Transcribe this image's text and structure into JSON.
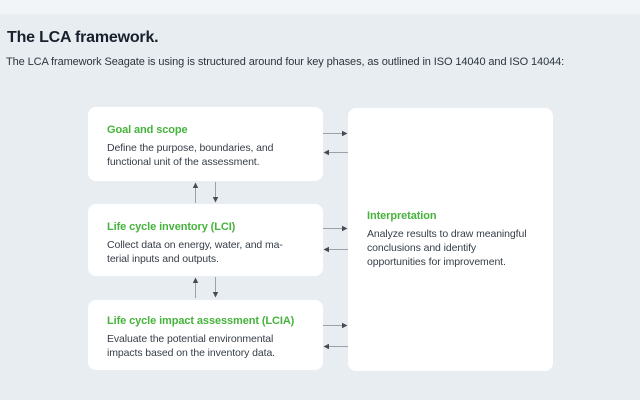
{
  "page": {
    "title": "The LCA framework.",
    "subtitle": "The LCA framework Seagate is using is structured around four key phases, as outlined in ISO 14040 and ISO 14044:"
  },
  "colors": {
    "background": "#e8edf2",
    "card_background": "#ffffff",
    "accent_green": "#46b33c",
    "title_text": "#17212b",
    "body_text": "#363e47",
    "arrow_shaft": "#9aa1a8",
    "arrow_head": "#474c52"
  },
  "diagram": {
    "phases": [
      {
        "title": "Goal and scope",
        "lines": [
          "Define the purpose, boundaries, and",
          "functional unit of the assessment."
        ]
      },
      {
        "title": "Life cycle inventory (LCI)",
        "lines": [
          "Collect data on energy, water, and ma-",
          "terial inputs and outputs."
        ]
      },
      {
        "title": "Life cycle impact assessment (LCIA)",
        "lines": [
          "Evaluate the potential environmental",
          "impacts based on the inventory data."
        ]
      },
      {
        "title": "Interpretation",
        "lines": [
          "Analyze results to draw meaningful",
          "conclusions and identify",
          "opportunities for improvement."
        ]
      }
    ],
    "connectors": [
      {
        "between": "Goal and scope / Life cycle inventory (LCI)",
        "type": "bidirectional-vertical"
      },
      {
        "between": "Life cycle inventory (LCI) / Life cycle impact assessment (LCIA)",
        "type": "bidirectional-vertical"
      },
      {
        "between": "Goal and scope / Interpretation",
        "type": "bidirectional-horizontal"
      },
      {
        "between": "Life cycle inventory (LCI) / Interpretation",
        "type": "bidirectional-horizontal"
      },
      {
        "between": "Life cycle impact assessment (LCIA) / Interpretation",
        "type": "bidirectional-horizontal"
      }
    ]
  }
}
